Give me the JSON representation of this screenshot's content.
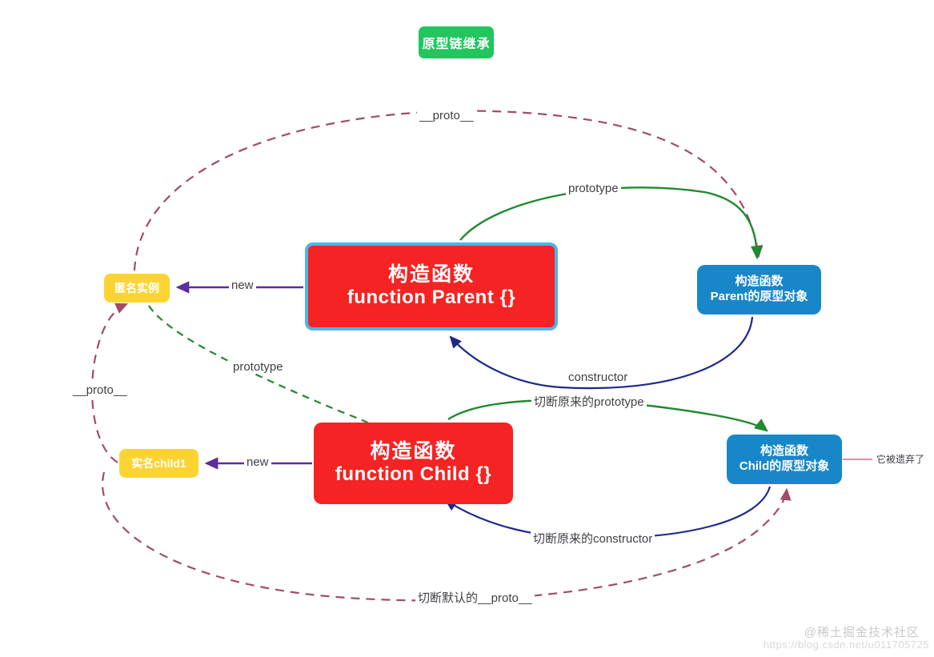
{
  "diagram": {
    "title": "原型链继承",
    "nodes": {
      "parent_ctor": {
        "line1": "构造函数",
        "line2": "function Parent {}"
      },
      "child_ctor": {
        "line1": "构造函数",
        "line2": "function Child {}"
      },
      "parent_proto": {
        "line1": "构造函数",
        "line2": "Parent的原型对象"
      },
      "child_proto": {
        "line1": "构造函数",
        "line2": "Child的原型对象"
      },
      "anon_instance": {
        "label": "匿名实例"
      },
      "named_instance": {
        "label": "实名child1"
      }
    },
    "edge_labels": {
      "proto_top": "__proto__",
      "prototype_parent": "prototype",
      "new_parent": "new",
      "constructor_parent": "constructor",
      "prototype_child_dashed": "prototype",
      "proto_left": "__proto__",
      "cut_prototype": "切断原来的prototype",
      "new_child": "new",
      "cut_constructor": "切断原来的constructor",
      "cut_default_proto": "切断默认的__proto__"
    },
    "annotations": {
      "abandoned": "它被遗弃了"
    },
    "colors": {
      "title_badge": "#22c55e",
      "constructor_box": "#f52323",
      "constructor_selected_border": "#4fb3e8",
      "prototype_box": "#1887c9",
      "instance_box": "#fbd433",
      "edge_green": "#1f8a2e",
      "edge_navy": "#1d2a8a",
      "edge_purple": "#5b2d9e",
      "edge_pink_dashed": "#a34a6b"
    },
    "watermark": {
      "line1": "@稀土掘金技术社区",
      "line2": "https://blog.csdn.net/u011705725"
    }
  }
}
